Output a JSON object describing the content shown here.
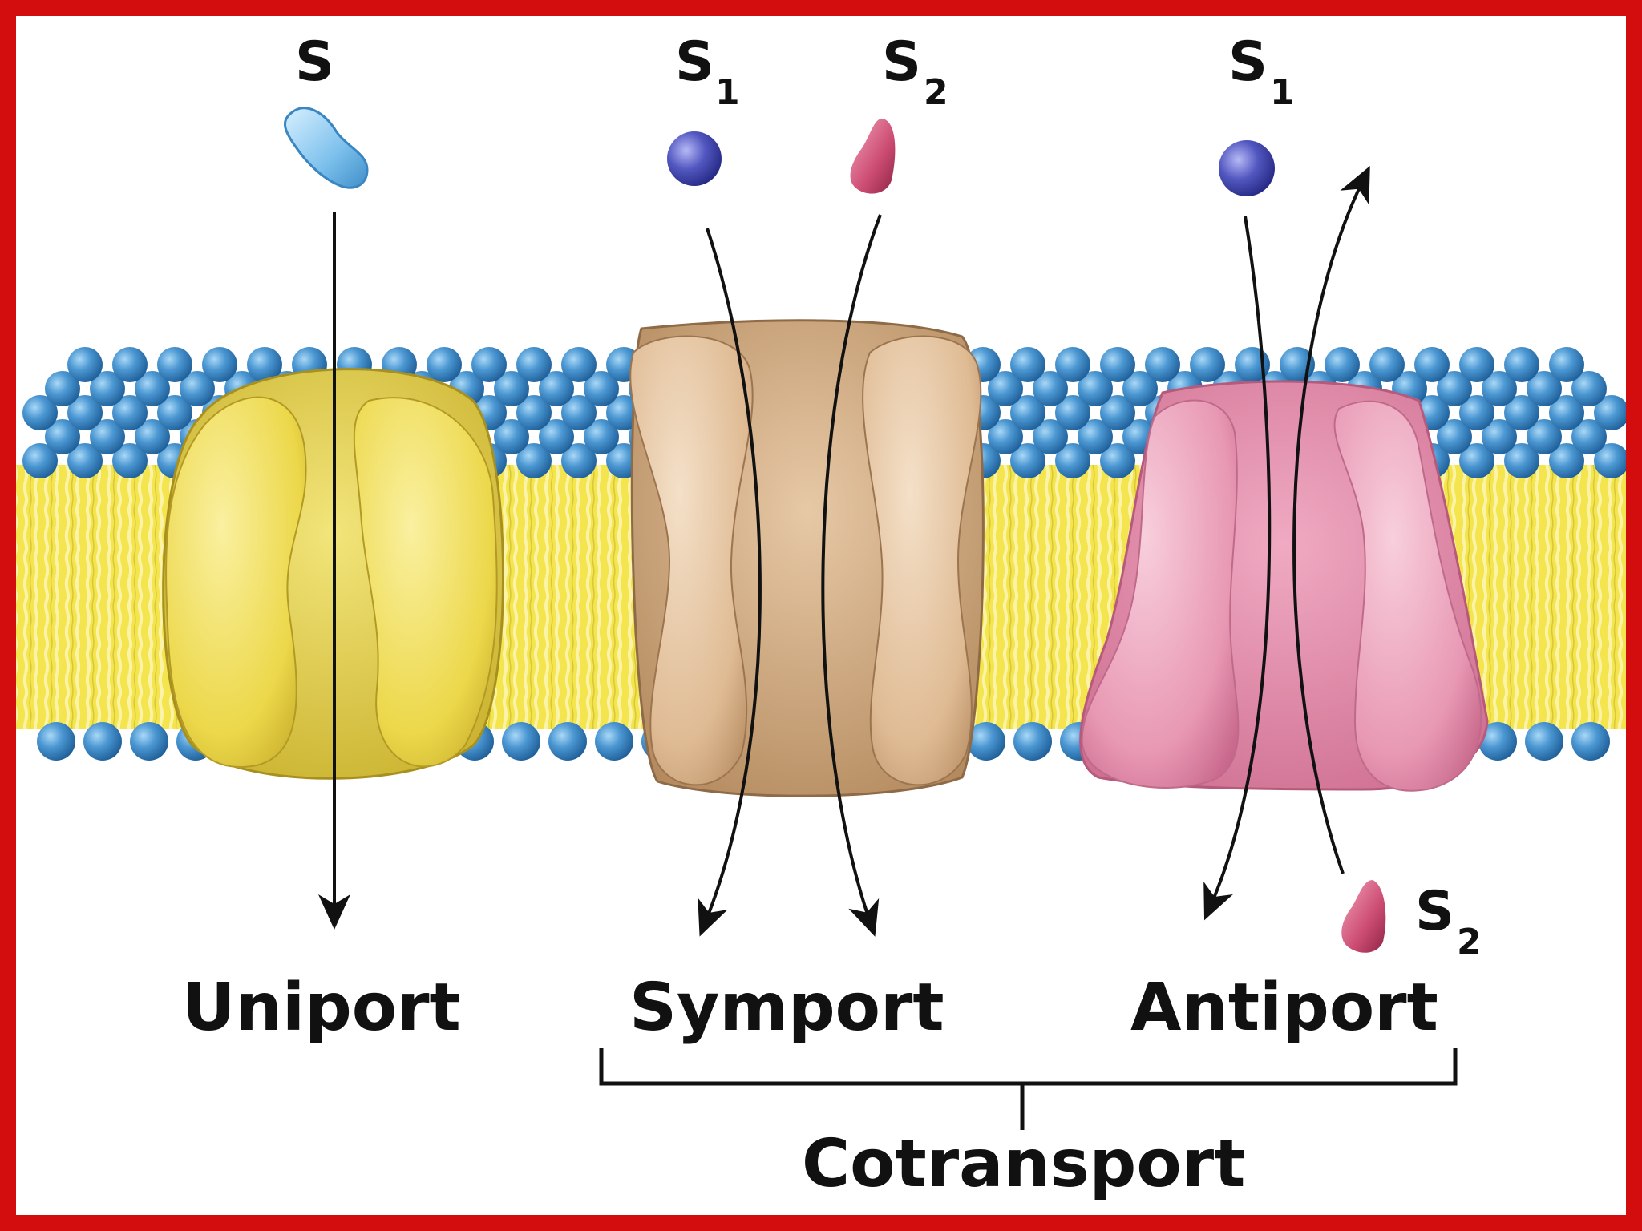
{
  "symbols": {
    "uniport_substrate": "S",
    "symport_s1": "S",
    "symport_s1_sub": "1",
    "symport_s2": "S",
    "symport_s2_sub": "2",
    "antiport_s1": "S",
    "antiport_s1_sub": "1",
    "antiport_s2": "S",
    "antiport_s2_sub": "2"
  },
  "labels": {
    "uniport": "Uniport",
    "symport": "Symport",
    "antiport": "Antiport",
    "cotransport": "Cotransport"
  },
  "colors": {
    "frame": "#d30d0d",
    "head_group": "#3f88c5",
    "tail_region": "#f3e24a",
    "uniport_protein": "#e2cf3a",
    "symport_protein": "#d9b48e",
    "antiport_protein": "#e392ab",
    "molecule_s": "#8fcbef",
    "molecule_s1": "#4b4fb5",
    "molecule_s2": "#c94a6e"
  }
}
